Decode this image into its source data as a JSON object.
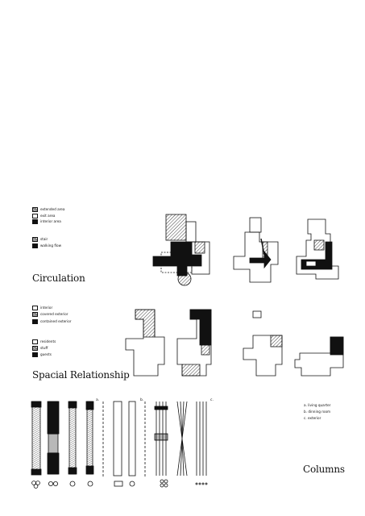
{
  "circulation": {
    "legend": [
      {
        "label": "extended area",
        "swatch": "hatch"
      },
      {
        "label": "exit area",
        "swatch": "white"
      },
      {
        "label": "interior area",
        "swatch": "solid"
      },
      {
        "label": "stair",
        "swatch": "hatch"
      },
      {
        "label": "walking flow",
        "swatch": "solid"
      }
    ],
    "title": "Circulation"
  },
  "spacial": {
    "legend": [
      {
        "label": "interior",
        "swatch": "white"
      },
      {
        "label": "covered exterior",
        "swatch": "hatch"
      },
      {
        "label": "contained exterior",
        "swatch": "solid"
      },
      {
        "label": "residents",
        "swatch": "white"
      },
      {
        "label": "stuff",
        "swatch": "hatch"
      },
      {
        "label": "guests",
        "swatch": "solid"
      }
    ],
    "title": "Spacial Relationship"
  },
  "columns": {
    "letters": [
      "a.",
      "b.",
      "c."
    ],
    "notes": [
      "a. living quarter",
      "b. dinning room",
      "c. exterior"
    ],
    "title": "Columns"
  },
  "colors": {
    "ink": "#111111",
    "paper": "#ffffff"
  }
}
